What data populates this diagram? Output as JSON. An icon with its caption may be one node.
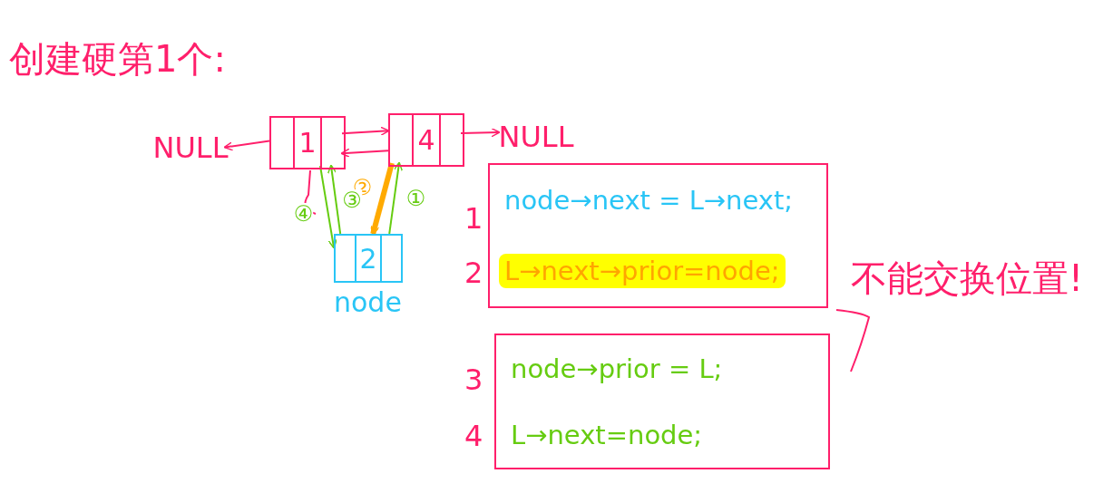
{
  "diagram": {
    "title": "创建硬第1个:",
    "nodes": [
      {
        "text": [
          "NULL"
        ]
      },
      {
        "text": [
          "1"
        ]
      },
      {
        "text": [
          "4"
        ]
      },
      {
        "text": [
          "NULL"
        ]
      },
      {
        "text": [
          "2"
        ],
        "beside": [
          "node"
        ]
      },
      {
        "text": [
          "node→next = L→next;",
          "L→next→prior=node;"
        ]
      },
      {
        "text": [
          "node→prior = L;",
          "L→next=node;"
        ]
      }
    ],
    "edges": [
      {
        "from": 1,
        "to": 0,
        "arrow": "to"
      },
      {
        "from": 1,
        "to": 2,
        "arrow": "to"
      },
      {
        "from": 2,
        "to": 1,
        "arrow": "to"
      },
      {
        "from": 2,
        "to": 3,
        "arrow": "to"
      },
      {
        "from": 4,
        "to": 2,
        "arrow": "to",
        "label": "①",
        "color": "#66cc11"
      },
      {
        "from": 2,
        "to": 4,
        "arrow": "to",
        "label": "②",
        "style": "thick",
        "color": "#ffaa00"
      },
      {
        "from": 4,
        "to": 1,
        "arrow": "to",
        "label": "③",
        "color": "#66cc11"
      },
      {
        "from": 1,
        "to": 4,
        "arrow": "to",
        "label": "④",
        "color": "#66cc11"
      }
    ],
    "labels": [
      "1",
      "2",
      "3",
      "4",
      "不能交换位置!"
    ]
  }
}
